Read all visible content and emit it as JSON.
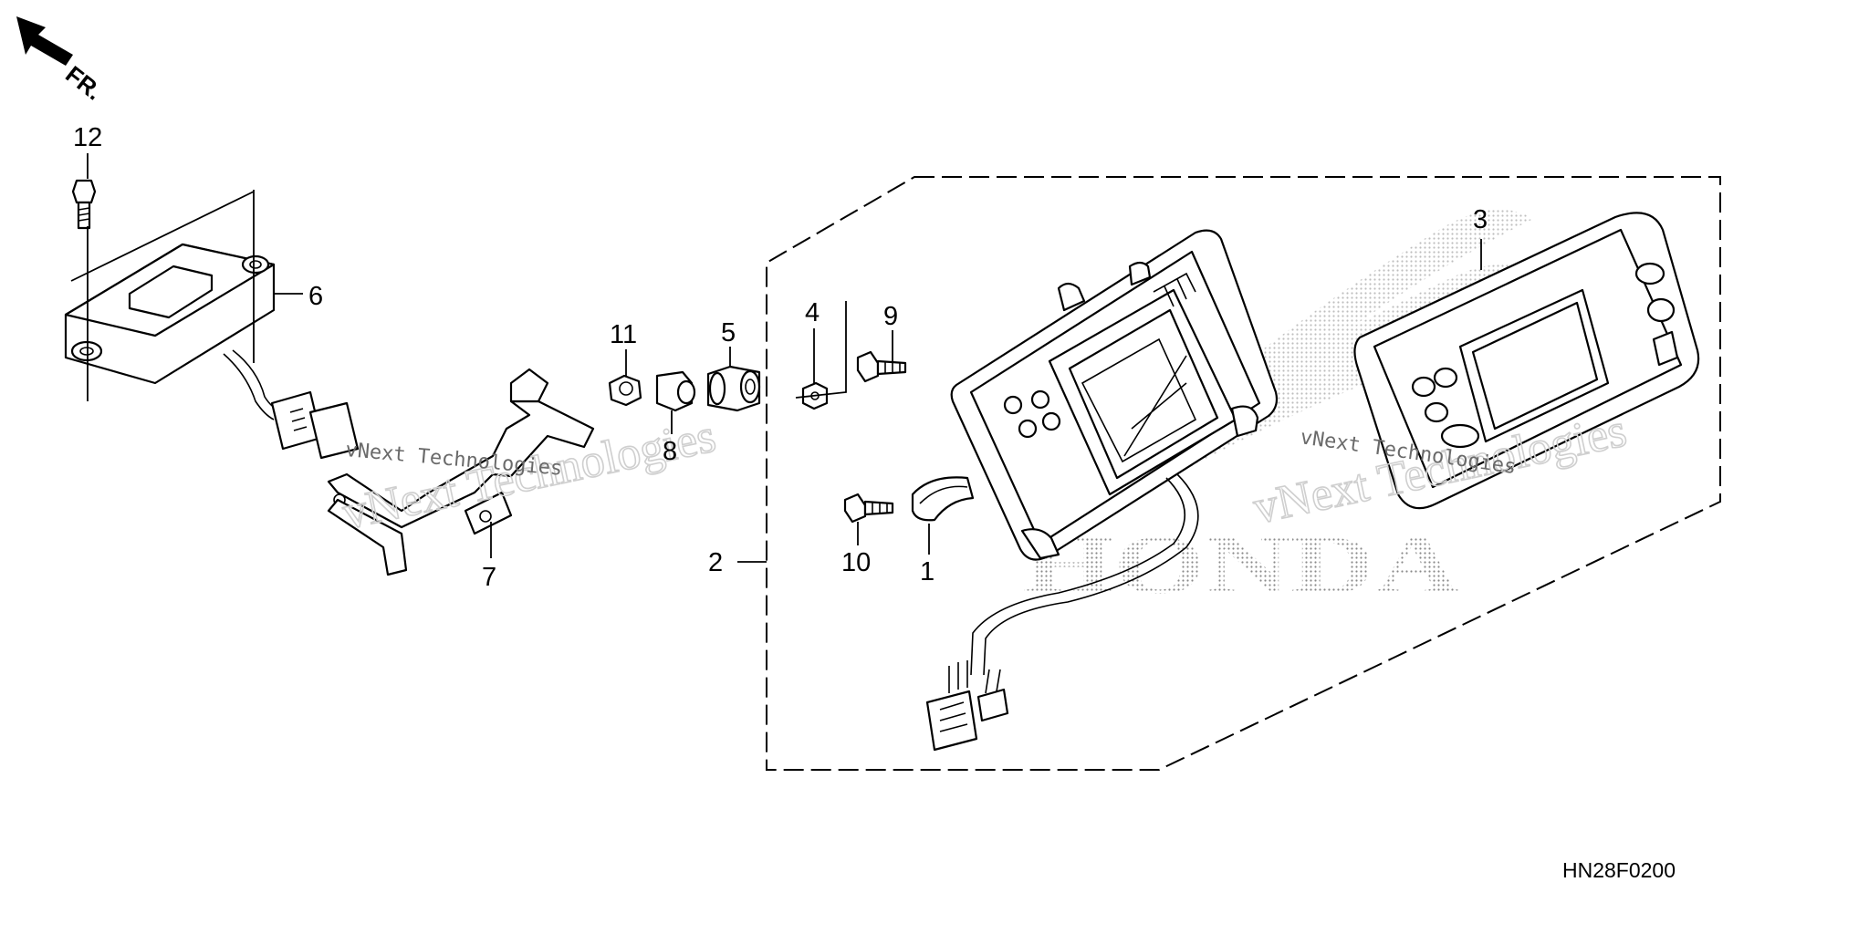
{
  "diagram": {
    "orientation_label": "FR.",
    "drawing_code": "HN28F0200",
    "brand_mark": "HONDA",
    "watermark_lines": [
      "vNext Technologies",
      "vNext Technologies"
    ],
    "callouts": [
      {
        "id": "c1",
        "text": "1"
      },
      {
        "id": "c2",
        "text": "2"
      },
      {
        "id": "c3",
        "text": "3"
      },
      {
        "id": "c4",
        "text": "4"
      },
      {
        "id": "c5",
        "text": "5"
      },
      {
        "id": "c6",
        "text": "6"
      },
      {
        "id": "c7",
        "text": "7"
      },
      {
        "id": "c8",
        "text": "8"
      },
      {
        "id": "c9",
        "text": "9"
      },
      {
        "id": "c10",
        "text": "10"
      },
      {
        "id": "c11",
        "text": "11"
      },
      {
        "id": "c12",
        "text": "12"
      }
    ],
    "colors": {
      "line": "#000000",
      "background": "#ffffff",
      "watermark": "#c8c8c8"
    }
  }
}
